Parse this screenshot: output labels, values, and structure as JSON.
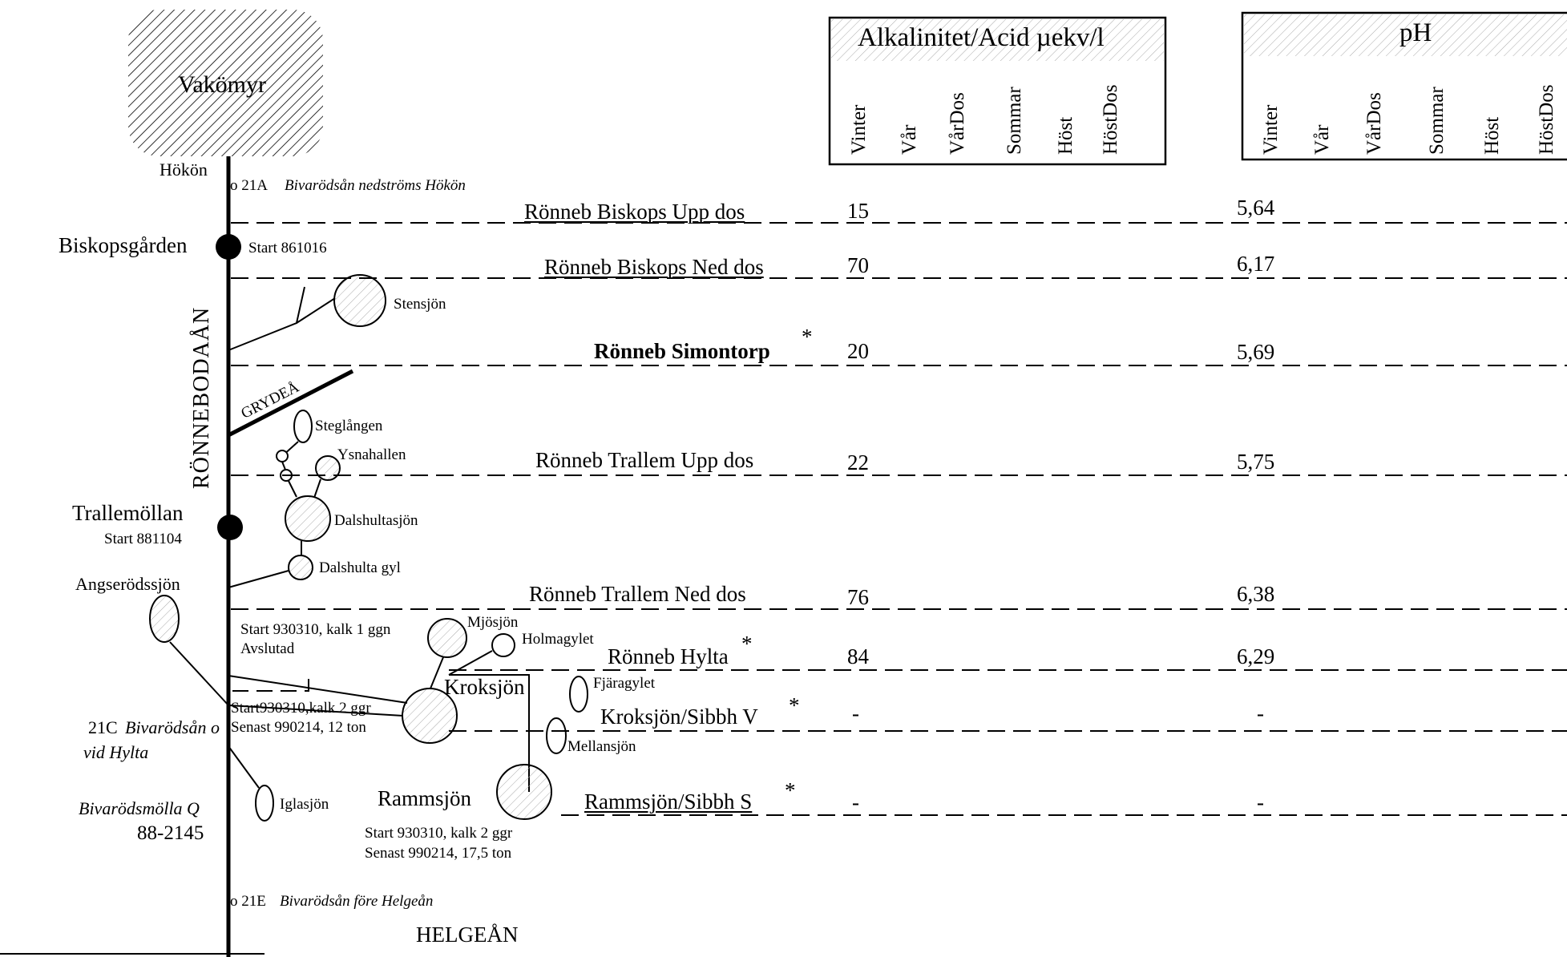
{
  "source_area": {
    "label": "Vakömyr"
  },
  "river": {
    "main_label": "RÖNNEBODAÅN",
    "tributary_label": "GRYDEÅ",
    "outlet_label": "HELGEÅN"
  },
  "places": {
    "hokon": "Hökön",
    "biskopsgarden": "Biskopsgården",
    "biskopsgarden_start": "Start  861016",
    "trallemollan": "Trallemöllan",
    "trallemollan_start": "Start  881104",
    "angserodssjon": "Angserödssjön",
    "bivarodsmolla": "Bivarödsmölla Q",
    "bivarodsmolla_id": "88-2145"
  },
  "stations": {
    "s21a_code": "o 21A",
    "s21a_name": "Bivarödsån nedströms Hökön",
    "s21c_code": "21C",
    "s21c_name_1": "Bivarödsån o",
    "s21c_name_2": "vid Hylta",
    "s21e_code": "o 21E",
    "s21e_name": "Bivarödsån före Helgeån"
  },
  "lakes": {
    "stensjon": "Stensjön",
    "steglangen": "Steglången",
    "ysnahallen": "Ysnahallen",
    "dalshultasjon": "Dalshultasjön",
    "dalshulta_gyl": "Dalshulta gyl",
    "mjosjon": "Mjösjön",
    "holmagylet": "Holmagylet",
    "kroksjon": "Kroksjön",
    "fjaragylet": "Fjäragylet",
    "mellansjon": "Mellansjön",
    "iglasjon": "Iglasjön",
    "rammsjon": "Rammsjön"
  },
  "notes": {
    "mjosjon_1": "Start 930310, kalk 1 ggn",
    "mjosjon_2": "Avslutad",
    "kroksjon_1": "Start930310,kalk  2  ggr",
    "kroksjon_2": "Senast  990214,  12  ton",
    "rammsjon_1": "Start  930310,  kalk  2  ggr",
    "rammsjon_2": "Senast  990214,  17,5  ton"
  },
  "tables": {
    "alkalinity": {
      "title": "Alkalinitet/Acid µekv/l",
      "columns": [
        "Vinter",
        "Vår",
        "VårDos",
        "Sommar",
        "Höst",
        "HöstDos"
      ]
    },
    "ph": {
      "title": "pH",
      "columns": [
        "Vinter",
        "Vår",
        "VårDos",
        "Sommar",
        "Höst",
        "HöstDos"
      ]
    }
  },
  "sampling_rows": [
    {
      "label": "Rönneb Biskops Upp dos",
      "alkalinity_vinter": "15",
      "ph_vinter": "5,64"
    },
    {
      "label": "Rönneb Biskops Ned dos",
      "alkalinity_vinter": "70",
      "ph_vinter": "6,17"
    },
    {
      "label": "Rönneb Simontorp",
      "star": "*",
      "alkalinity_vinter": "20",
      "ph_vinter": "5,69"
    },
    {
      "label": "Rönneb Trallem Upp dos",
      "alkalinity_vinter": "22",
      "ph_vinter": "5,75"
    },
    {
      "label": "Rönneb Trallem Ned dos",
      "alkalinity_vinter": "76",
      "ph_vinter": "6,38"
    },
    {
      "label": "Rönneb Hylta",
      "star": "*",
      "alkalinity_vinter": "84",
      "ph_vinter": "6,29"
    },
    {
      "label": "Kroksjön/Sibbh V",
      "star": "*",
      "alkalinity_vinter": "-",
      "ph_vinter": "-"
    },
    {
      "label": "Rammsjön/Sibbh S",
      "star": "*",
      "alkalinity_vinter": "-",
      "ph_vinter": "-"
    }
  ]
}
